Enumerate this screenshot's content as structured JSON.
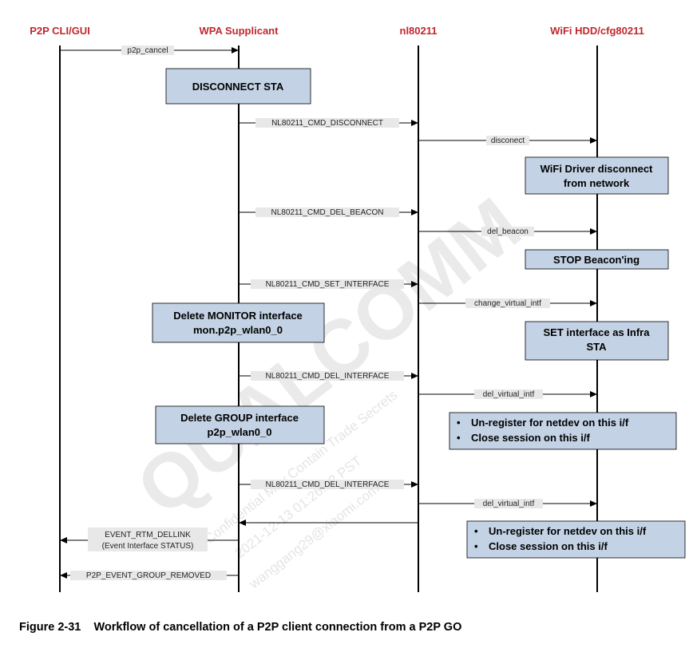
{
  "participants": {
    "cli": "P2P CLI/GUI",
    "supplicant": "WPA Supplicant",
    "nl80211": "nl80211",
    "hdd": "WiFi HDD/cfg80211"
  },
  "messages": {
    "p2p_cancel": "p2p_cancel",
    "cmd_disconnect": "NL80211_CMD_DISCONNECT",
    "disconnect": "disconect",
    "cmd_del_beacon": "NL80211_CMD_DEL_BEACON",
    "del_beacon": "del_beacon",
    "cmd_set_interface": "NL80211_CMD_SET_INTERFACE",
    "change_virtual_intf": "change_virtual_intf",
    "cmd_del_interface_1": "NL80211_CMD_DEL_INTERFACE",
    "del_virtual_intf_1": "del_virtual_intf",
    "cmd_del_interface_2": "NL80211_CMD_DEL_INTERFACE",
    "del_virtual_intf_2": "del_virtual_intf",
    "event_rtm_dellink_1": "EVENT_RTM_DELLINK",
    "event_rtm_dellink_2": "(Event Interface STATUS)",
    "group_removed": "P2P_EVENT_GROUP_REMOVED"
  },
  "boxes": {
    "disconnect_sta": "DISCONNECT STA",
    "driver_disconnect_1": "WiFi Driver disconnect",
    "driver_disconnect_2": "from network",
    "stop_beaconing": "STOP Beacon'ing",
    "delete_monitor_1": "Delete MONITOR interface",
    "delete_monitor_2": "mon.p2p_wlan0_0",
    "set_infra_1": "SET interface as Infra",
    "set_infra_2": "STA",
    "delete_group_1": "Delete GROUP interface",
    "delete_group_2": "p2p_wlan0_0",
    "unregister_1_a": "Un-register for netdev on this i/f",
    "unregister_1_b": "Close session on this i/f",
    "unregister_2_a": "Un-register for netdev on this i/f",
    "unregister_2_b": "Close session on this i/f"
  },
  "watermark": {
    "brand": "QUALCOMM",
    "line1": "Confidential May Contain Trade Secrets",
    "line2": "2021-12-13 01:26:22 PST",
    "line3": "wanggang29@xiaomi.com"
  },
  "caption": "Figure 2-31    Workflow of cancellation of a P2P client connection from a P2P GO"
}
